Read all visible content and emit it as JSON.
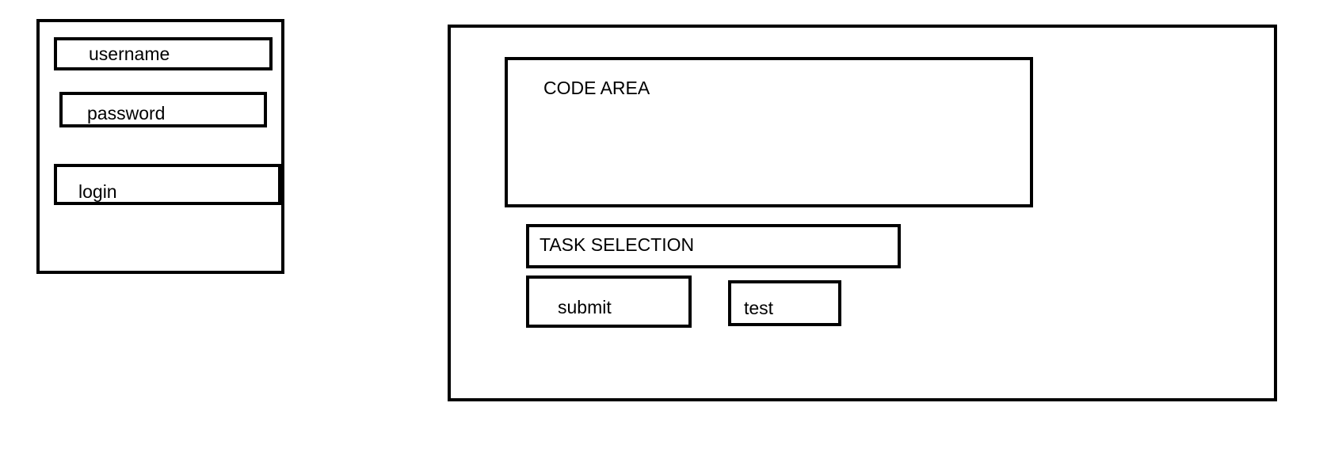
{
  "login_panel": {
    "username_label": "username",
    "password_label": "password",
    "login_label": "login"
  },
  "main_panel": {
    "code_area_label": "CODE AREA",
    "task_selection_label": "TASK SELECTION",
    "submit_label": "submit",
    "test_label": "test"
  },
  "colors": {
    "stroke": "#000000",
    "background": "#ffffff"
  }
}
